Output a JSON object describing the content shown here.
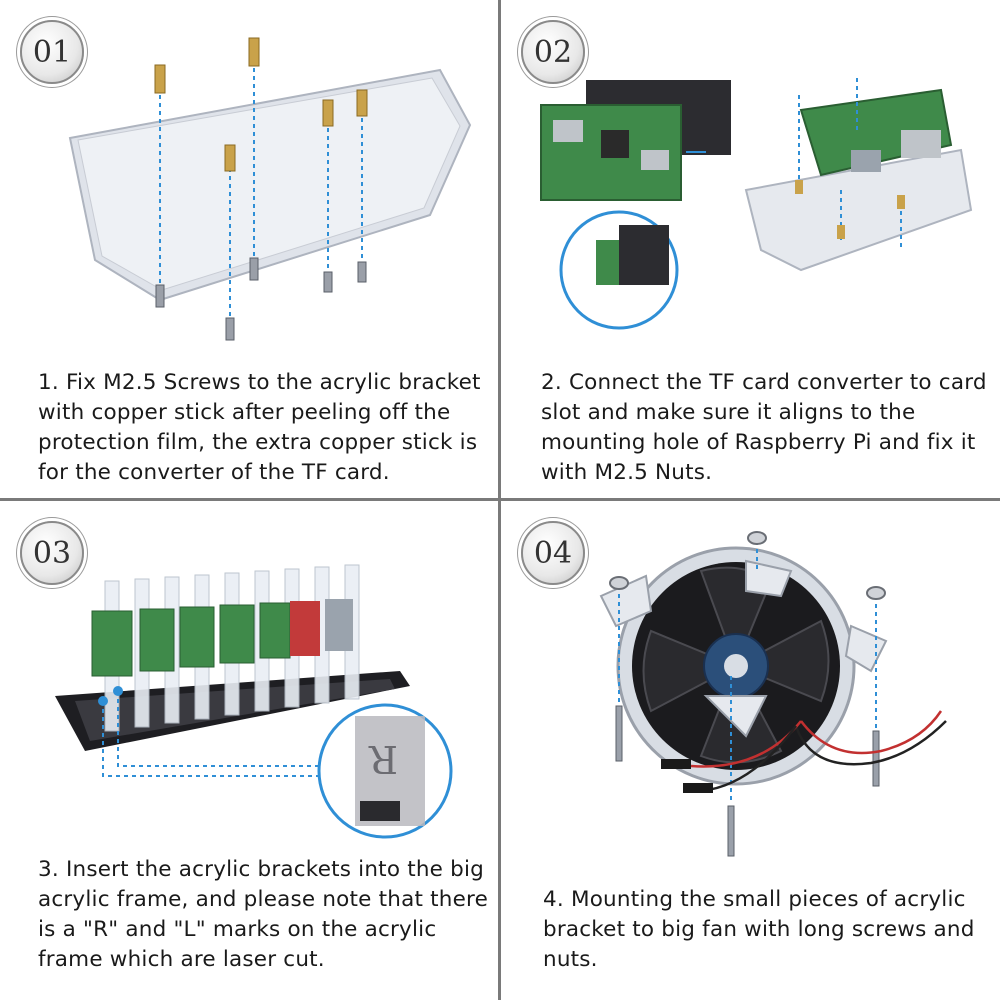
{
  "steps": [
    {
      "number": "01",
      "text": "1.  Fix M2.5 Screws to the acrylic bracket with copper stick after peeling off the protection film, the extra copper stick is for the converter of the TF card."
    },
    {
      "number": "02",
      "text": "2.  Connect the TF card converter to card slot and make sure it aligns to the mounting hole of Raspberry Pi and fix it with M2.5 Nuts."
    },
    {
      "number": "03",
      "text": "3.  Insert the acrylic brackets into the big acrylic frame, and please note that there is a \"R\" and \"L\" marks on the acrylic frame which are laser cut."
    },
    {
      "number": "04",
      "text": "4.  Mounting the small pieces of acrylic bracket to big fan with long screws and nuts."
    }
  ],
  "colors": {
    "divider": "#7a7a7a",
    "guide_line": "#2f8fd6",
    "pcb_green": "#3f8a4a",
    "brass": "#c9a24a"
  }
}
